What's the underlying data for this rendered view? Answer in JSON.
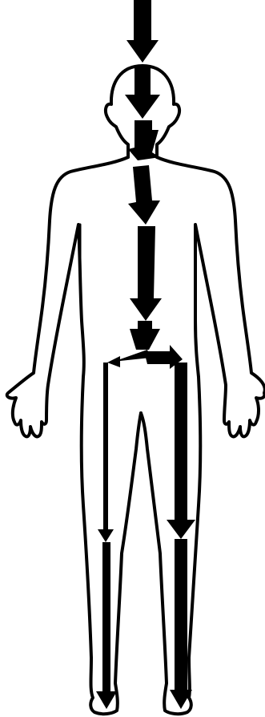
{
  "figure": {
    "kind": "human-body-force-path-diagram",
    "colors": {
      "background": "#ffffff",
      "outline": "#000000",
      "arrows": "#000000"
    },
    "arrow_directions": {
      "head": "down",
      "neck": "down",
      "upper-spine": "down",
      "mid-spine": "down",
      "lower-spine": "down",
      "pelvis-split": "left-and-right",
      "left-leg": "down",
      "right-leg": "down"
    }
  }
}
